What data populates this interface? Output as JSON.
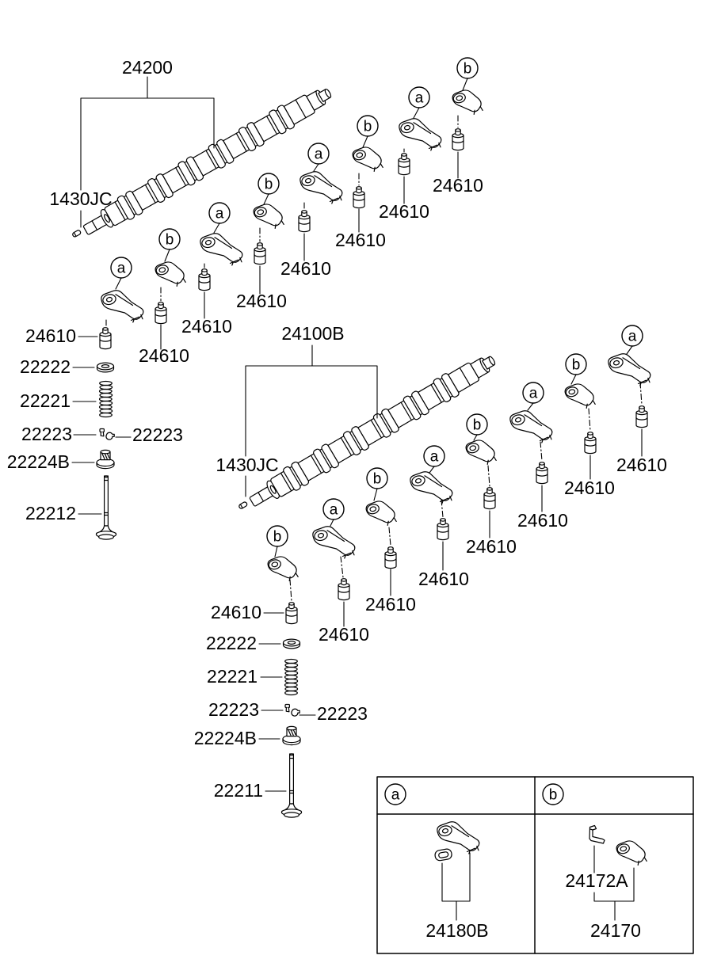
{
  "diagram": {
    "camshaft_top_label": "24200",
    "camshaft_bottom_label": "24100B",
    "camshaft_pin_label": "1430JC",
    "tappet_label": "24610",
    "spring_retainer_label": "22222",
    "valve_spring_label": "22221",
    "retainer_lock_label": "22223",
    "valve_stem_seal_label": "22224B",
    "valve_top_label": "22212",
    "valve_bottom_label": "22211",
    "marker_a": "a",
    "marker_b": "b"
  },
  "legend_table": {
    "marker_a": "a",
    "marker_b": "b",
    "rocker_arm_a_part": "24180B",
    "rocker_arm_b_part": "24170",
    "rocker_clip_part": "24172A"
  }
}
